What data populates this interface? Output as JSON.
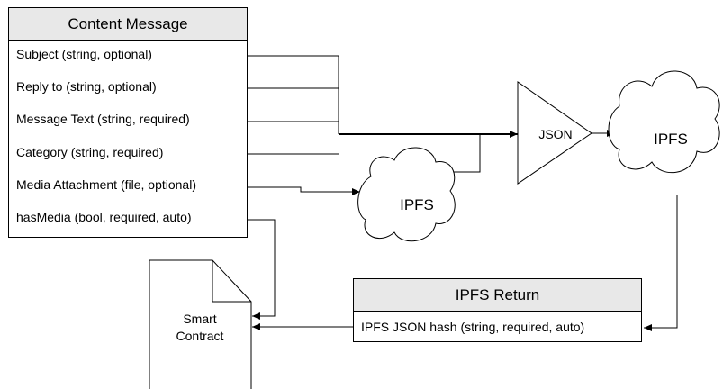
{
  "content_message": {
    "title": "Content Message",
    "fields": [
      "Subject (string, optional)",
      "Reply to (string, optional)",
      "Message Text (string, required)",
      "Category (string, required)",
      "Media Attachment (file, optional)",
      "hasMedia (bool, required, auto)"
    ]
  },
  "json_node": {
    "label": "JSON"
  },
  "ipfs_top": {
    "label": "IPFS"
  },
  "ipfs_middle": {
    "label": "IPFS"
  },
  "smart_contract": {
    "line1": "Smart",
    "line2": "Contract"
  },
  "ipfs_return": {
    "title": "IPFS Return",
    "field": "IPFS JSON hash (string, required, auto)"
  }
}
